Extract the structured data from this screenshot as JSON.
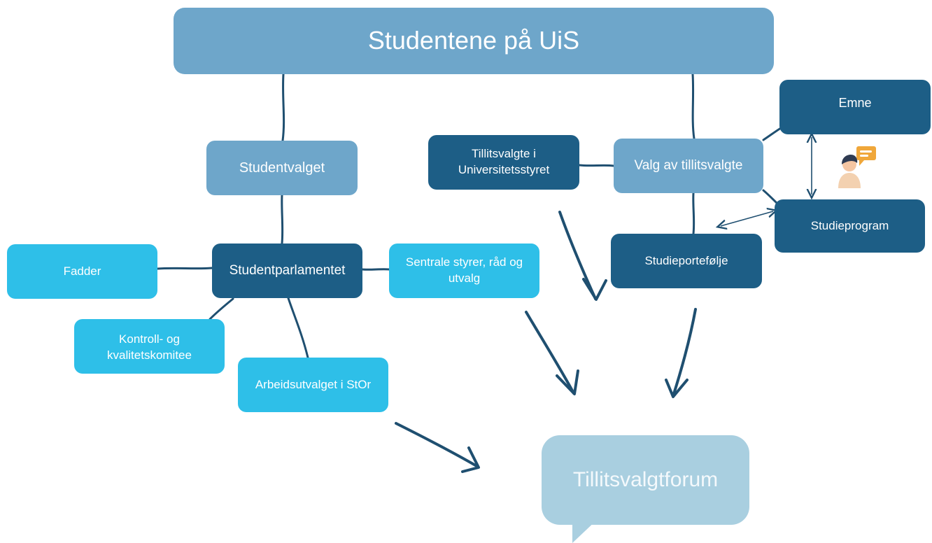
{
  "title": "Studentene på UiS",
  "nodes": {
    "studentvalget": "Studentvalget",
    "studentparlamentet": "Studentparlamentet",
    "fadder": "Fadder",
    "sentrale": "Sentrale styrer, råd og utvalg",
    "kontroll": "Kontroll- og kvalitetskomitee",
    "arbeidsutvalget": "Arbeidsutvalget i StOr",
    "tillitsvalgte_styret": "Tillitsvalgte i Universitetsstyret",
    "valg": "Valg av tillitsvalgte",
    "emne": "Emne",
    "studieprogram": "Studieprogram",
    "studieportefolje": "Studieportefølje",
    "forum": "Tillitsvalgtforum"
  },
  "icons": {
    "person": "person-with-speech-bubble-icon"
  },
  "colors": {
    "dark": "#1d5e86",
    "mid": "#6ea6ca",
    "cyan": "#2ebfe8",
    "pale": "#a9cfe0",
    "line": "#1f4f70"
  }
}
